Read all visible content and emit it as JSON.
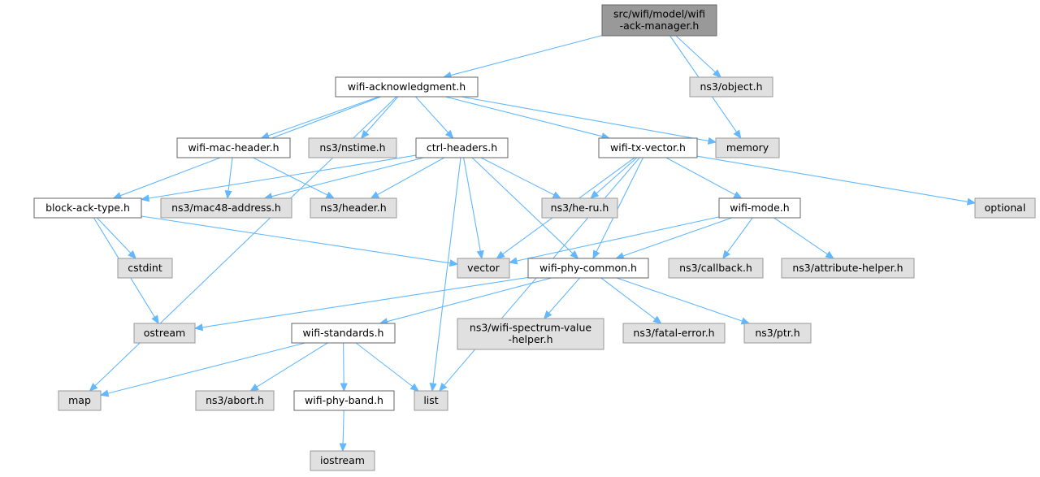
{
  "nodes": [
    {
      "id": "ackmgr",
      "lines": [
        "src/wifi/model/wifi",
        "-ack-manager.h"
      ],
      "kind": "root"
    },
    {
      "id": "ackdoc",
      "lines": [
        "wifi-acknowledgment.h"
      ],
      "kind": "doc"
    },
    {
      "id": "object",
      "lines": [
        "ns3/object.h"
      ],
      "kind": "ext"
    },
    {
      "id": "memory",
      "lines": [
        "memory"
      ],
      "kind": "ext"
    },
    {
      "id": "machdr",
      "lines": [
        "wifi-mac-header.h"
      ],
      "kind": "doc"
    },
    {
      "id": "nstime",
      "lines": [
        "ns3/nstime.h"
      ],
      "kind": "ext"
    },
    {
      "id": "ctrl",
      "lines": [
        "ctrl-headers.h"
      ],
      "kind": "doc"
    },
    {
      "id": "txvec",
      "lines": [
        "wifi-tx-vector.h"
      ],
      "kind": "doc"
    },
    {
      "id": "blockack",
      "lines": [
        "block-ack-type.h"
      ],
      "kind": "doc"
    },
    {
      "id": "mac48",
      "lines": [
        "ns3/mac48-address.h"
      ],
      "kind": "ext"
    },
    {
      "id": "header",
      "lines": [
        "ns3/header.h"
      ],
      "kind": "ext"
    },
    {
      "id": "heru",
      "lines": [
        "ns3/he-ru.h"
      ],
      "kind": "ext"
    },
    {
      "id": "wifimode",
      "lines": [
        "wifi-mode.h"
      ],
      "kind": "doc"
    },
    {
      "id": "optional",
      "lines": [
        "optional"
      ],
      "kind": "ext"
    },
    {
      "id": "cstdint",
      "lines": [
        "cstdint"
      ],
      "kind": "ext"
    },
    {
      "id": "vector",
      "lines": [
        "vector"
      ],
      "kind": "ext"
    },
    {
      "id": "phycommon",
      "lines": [
        "wifi-phy-common.h"
      ],
      "kind": "doc"
    },
    {
      "id": "callback",
      "lines": [
        "ns3/callback.h"
      ],
      "kind": "ext"
    },
    {
      "id": "attrhelper",
      "lines": [
        "ns3/attribute-helper.h"
      ],
      "kind": "ext"
    },
    {
      "id": "ostream",
      "lines": [
        "ostream"
      ],
      "kind": "ext"
    },
    {
      "id": "standards",
      "lines": [
        "wifi-standards.h"
      ],
      "kind": "doc"
    },
    {
      "id": "spectrum",
      "lines": [
        "ns3/wifi-spectrum-value",
        "-helper.h"
      ],
      "kind": "ext"
    },
    {
      "id": "fatal",
      "lines": [
        "ns3/fatal-error.h"
      ],
      "kind": "ext"
    },
    {
      "id": "ptr",
      "lines": [
        "ns3/ptr.h"
      ],
      "kind": "ext"
    },
    {
      "id": "map",
      "lines": [
        "map"
      ],
      "kind": "ext"
    },
    {
      "id": "abort",
      "lines": [
        "ns3/abort.h"
      ],
      "kind": "ext"
    },
    {
      "id": "phyband",
      "lines": [
        "wifi-phy-band.h"
      ],
      "kind": "doc"
    },
    {
      "id": "list",
      "lines": [
        "list"
      ],
      "kind": "ext"
    },
    {
      "id": "iostream",
      "lines": [
        "iostream"
      ],
      "kind": "ext"
    }
  ],
  "edges": [
    [
      "ackmgr",
      "ackdoc"
    ],
    [
      "ackmgr",
      "object"
    ],
    [
      "ackmgr",
      "memory"
    ],
    [
      "ackdoc",
      "machdr"
    ],
    [
      "ackdoc",
      "nstime"
    ],
    [
      "ackdoc",
      "ctrl"
    ],
    [
      "ackdoc",
      "txvec"
    ],
    [
      "ackdoc",
      "memory"
    ],
    [
      "ackdoc",
      "blockack"
    ],
    [
      "ackdoc",
      "map"
    ],
    [
      "machdr",
      "mac48"
    ],
    [
      "machdr",
      "header"
    ],
    [
      "ctrl",
      "blockack"
    ],
    [
      "ctrl",
      "mac48"
    ],
    [
      "ctrl",
      "header"
    ],
    [
      "ctrl",
      "heru"
    ],
    [
      "ctrl",
      "vector"
    ],
    [
      "ctrl",
      "phycommon"
    ],
    [
      "ctrl",
      "list"
    ],
    [
      "txvec",
      "heru"
    ],
    [
      "txvec",
      "wifimode"
    ],
    [
      "txvec",
      "optional"
    ],
    [
      "txvec",
      "vector"
    ],
    [
      "txvec",
      "phycommon"
    ],
    [
      "txvec",
      "list"
    ],
    [
      "blockack",
      "cstdint"
    ],
    [
      "blockack",
      "ostream"
    ],
    [
      "blockack",
      "vector"
    ],
    [
      "wifimode",
      "vector"
    ],
    [
      "wifimode",
      "phycommon"
    ],
    [
      "wifimode",
      "callback"
    ],
    [
      "wifimode",
      "attrhelper"
    ],
    [
      "phycommon",
      "ostream"
    ],
    [
      "phycommon",
      "standards"
    ],
    [
      "phycommon",
      "spectrum"
    ],
    [
      "phycommon",
      "fatal"
    ],
    [
      "phycommon",
      "ptr"
    ],
    [
      "standards",
      "map"
    ],
    [
      "standards",
      "abort"
    ],
    [
      "standards",
      "phyband"
    ],
    [
      "standards",
      "list"
    ],
    [
      "phyband",
      "iostream"
    ]
  ],
  "colors": {
    "root_fill": "#999999",
    "root_stroke": "#666666",
    "doc_fill": "#ffffff",
    "doc_stroke": "#666666",
    "ext_fill": "#e0e0e0",
    "ext_stroke": "#999999",
    "edge": "#63b8ff"
  }
}
